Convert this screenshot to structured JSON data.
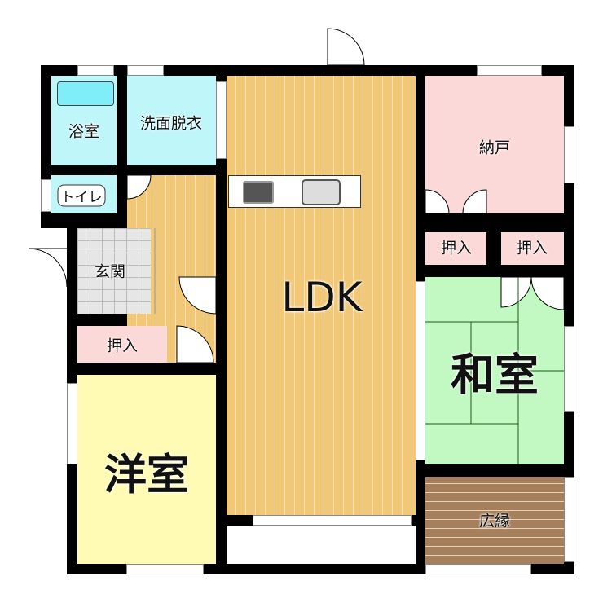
{
  "rooms": {
    "bath": "浴室",
    "washroom": "洗面脱衣",
    "toilet": "トイレ",
    "entrance": "玄関",
    "closet_left": "押入",
    "western": "洋室",
    "ldk": "LDK",
    "storage": "納戸",
    "closet_mid": "押入",
    "closet_right": "押入",
    "japanese": "和室",
    "veranda": "広縁"
  },
  "colors": {
    "wet": "#bff6fa",
    "storage": "#fcd9d9",
    "western": "#fffbb4",
    "japanese": "#c2f8c2",
    "wood": "#f0c878",
    "veranda": "#a6805c"
  }
}
